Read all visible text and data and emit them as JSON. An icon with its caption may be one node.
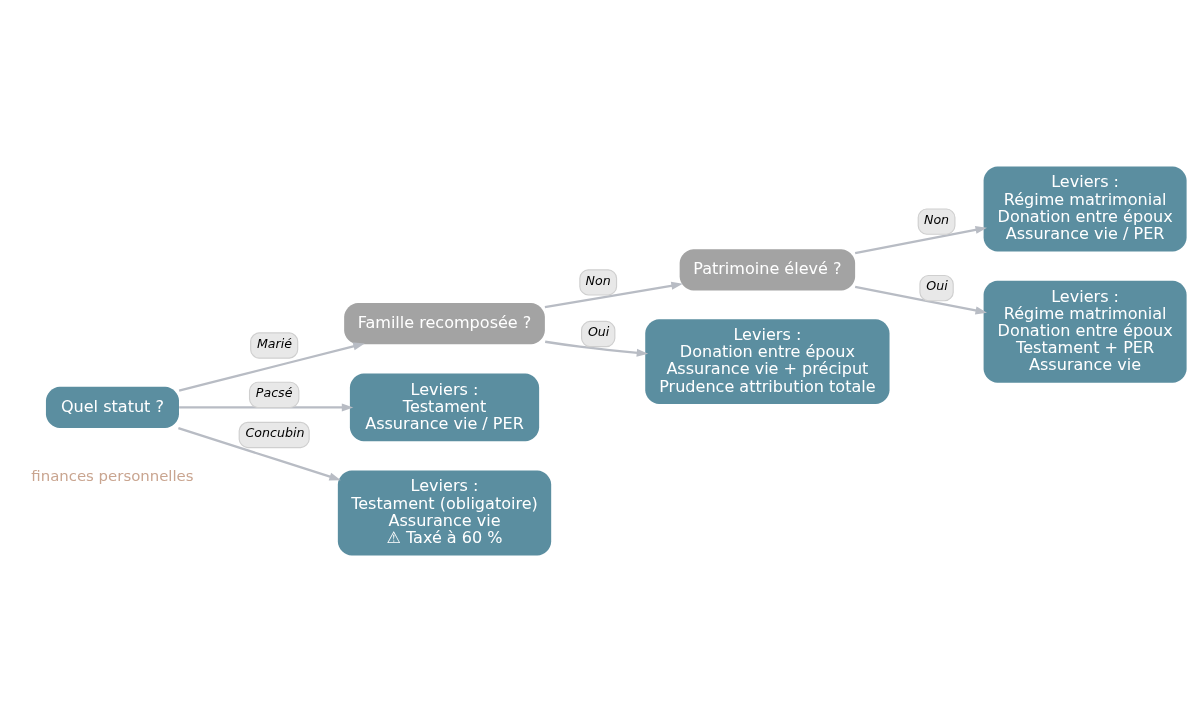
{
  "diagram": {
    "nodes": [
      {
        "text": [
          "Quel statut ?"
        ]
      },
      {
        "text": [
          "Famille recomposée ?"
        ]
      },
      {
        "text": [
          "Leviers :",
          "Testament",
          "Assurance vie / PER"
        ]
      },
      {
        "text": [
          "Leviers :",
          "Testament (obligatoire)",
          "Assurance vie",
          "⚠ Taxé à 60 %"
        ]
      },
      {
        "text": [
          "Patrimoine élevé ?"
        ]
      },
      {
        "text": [
          "Leviers :",
          "Donation entre époux",
          "Assurance vie + préciput",
          "Prudence attribution totale"
        ]
      },
      {
        "text": [
          "Leviers :",
          "Régime matrimonial",
          "Donation entre époux",
          "Assurance vie / PER"
        ]
      },
      {
        "text": [
          "Leviers :",
          "Régime matrimonial",
          "Donation entre époux",
          "Testament + PER",
          "Assurance vie"
        ]
      }
    ],
    "edges": [
      {
        "from": 0,
        "to": 1,
        "arrow": "to",
        "label": "Marié"
      },
      {
        "from": 0,
        "to": 2,
        "arrow": "to",
        "label": "Pacsé"
      },
      {
        "from": 0,
        "to": 3,
        "arrow": "to",
        "label": "Concubin"
      },
      {
        "from": 1,
        "to": 4,
        "arrow": "to",
        "label": "Non"
      },
      {
        "from": 1,
        "to": 5,
        "arrow": "to",
        "label": "Oui"
      },
      {
        "from": 4,
        "to": 6,
        "arrow": "to",
        "label": "Non"
      },
      {
        "from": 4,
        "to": 7,
        "arrow": "to",
        "label": "Oui"
      }
    ],
    "labels": [
      "finances personnelles"
    ]
  }
}
